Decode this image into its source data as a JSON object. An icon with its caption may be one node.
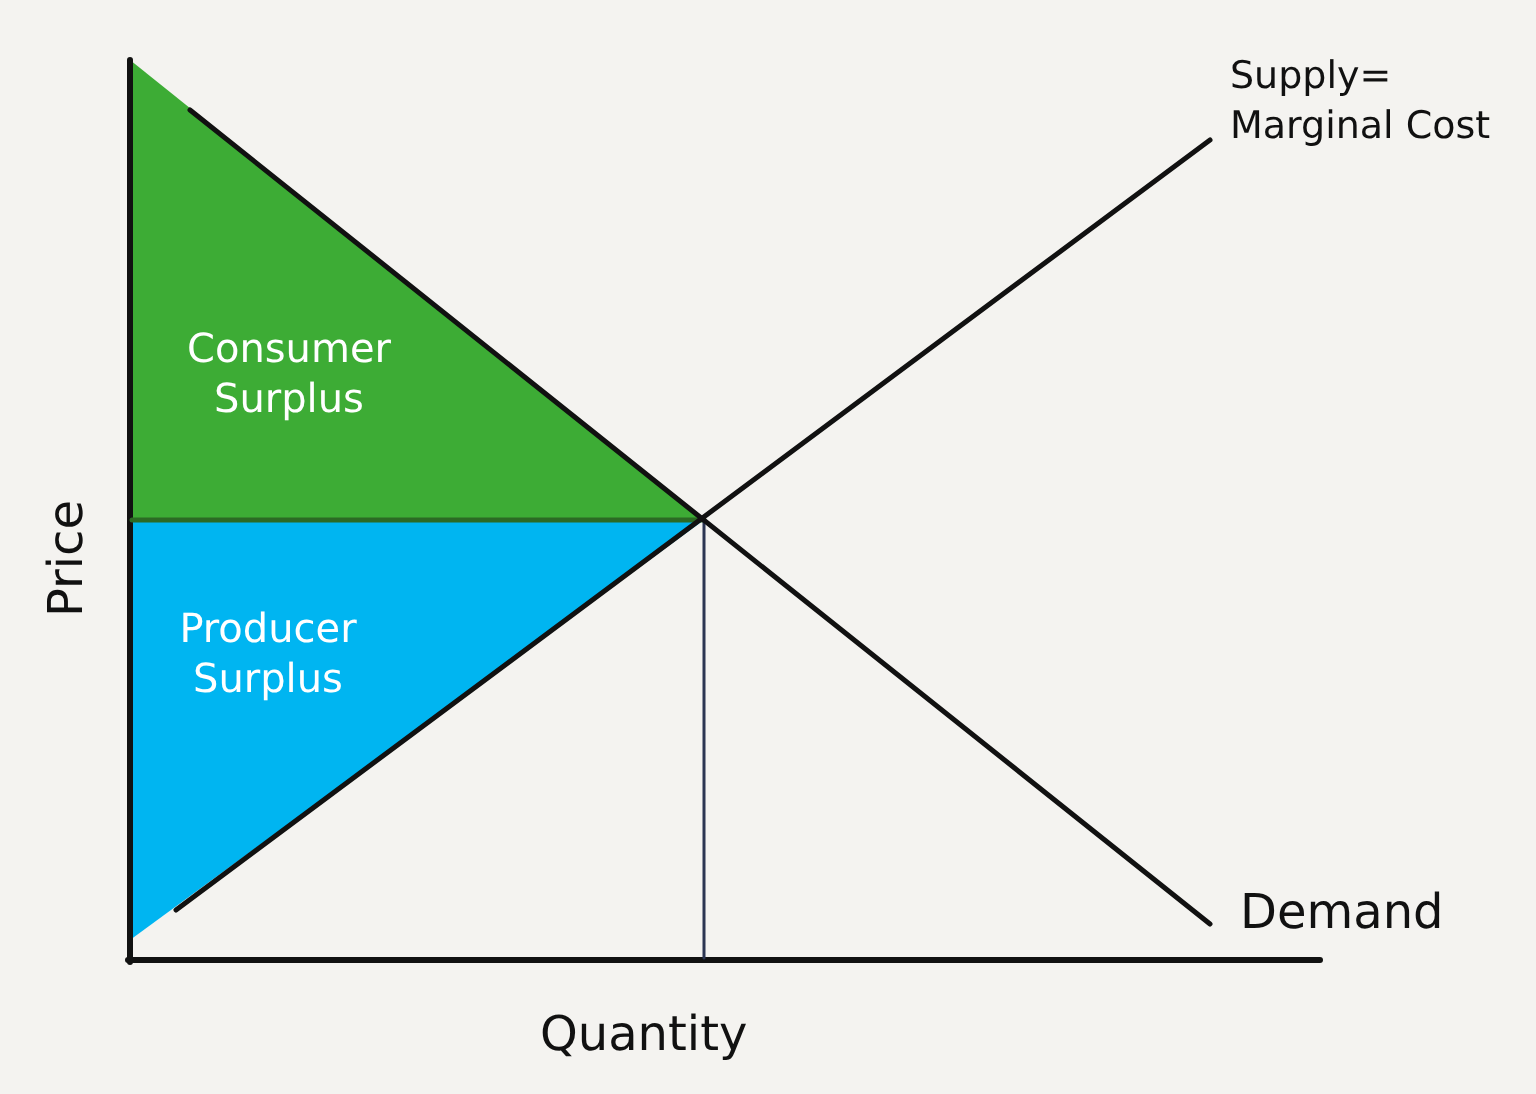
{
  "diagram": {
    "nodes": [
      {
        "text": [
          "Consumer Surplus"
        ]
      },
      {
        "text": [
          "Producer Surplus"
        ]
      }
    ],
    "labels": [
      "Supply= Marginal Cost",
      "Price",
      "Demand",
      "Quantity"
    ]
  }
}
